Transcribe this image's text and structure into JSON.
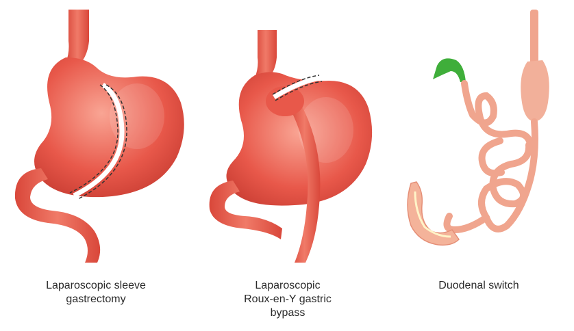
{
  "panels": [
    {
      "caption_lines": [
        "Laparoscopic sleeve",
        "gastrectomy"
      ],
      "icon": "sleeve-gastrectomy-illustration"
    },
    {
      "caption_lines": [
        "Laparoscopic",
        "Roux-en-Y gastric",
        "bypass"
      ],
      "icon": "roux-en-y-gastric-bypass-illustration"
    },
    {
      "caption_lines": [
        "Duodenal switch"
      ],
      "icon": "duodenal-switch-illustration"
    }
  ],
  "colors": {
    "stomach": "#e8584a",
    "stomach_light": "#f48a78",
    "stomach_dark": "#c53a30",
    "staple_line": "#ffffff",
    "intestine": "#f0a58e",
    "gallbladder": "#3fae3a",
    "colon": "#f4b39a"
  }
}
